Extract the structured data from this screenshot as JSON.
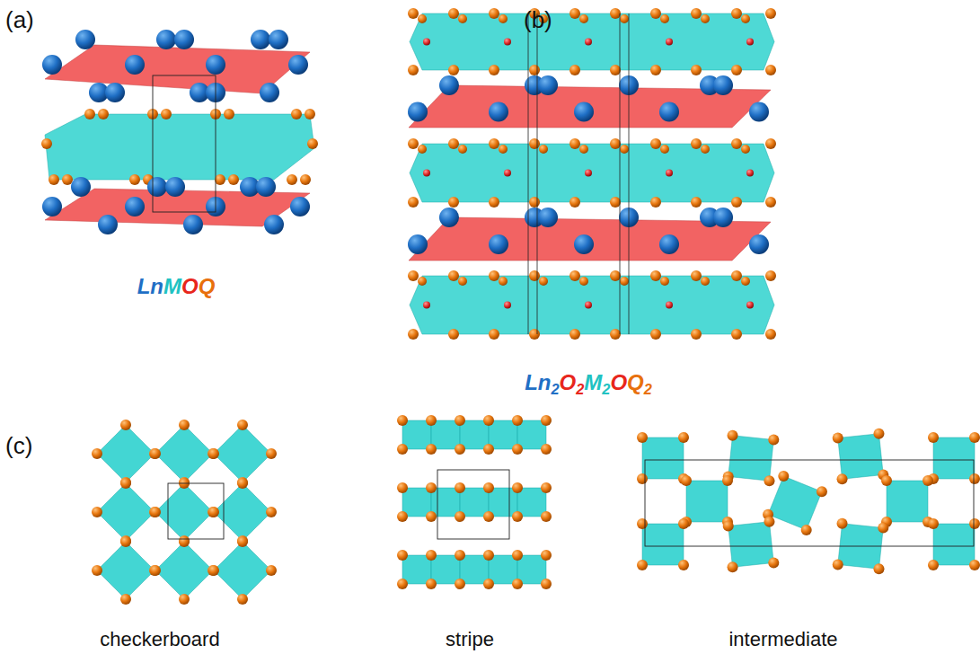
{
  "diagram": {
    "labels": [
      "(a)",
      "(b)",
      "(c)",
      "Ln",
      "M",
      "O",
      "Q",
      "Ln",
      "2",
      "O",
      "2",
      "M",
      "2",
      "O",
      "Q",
      "2",
      "checkerboard",
      "stripe",
      "intermediate"
    ]
  }
}
